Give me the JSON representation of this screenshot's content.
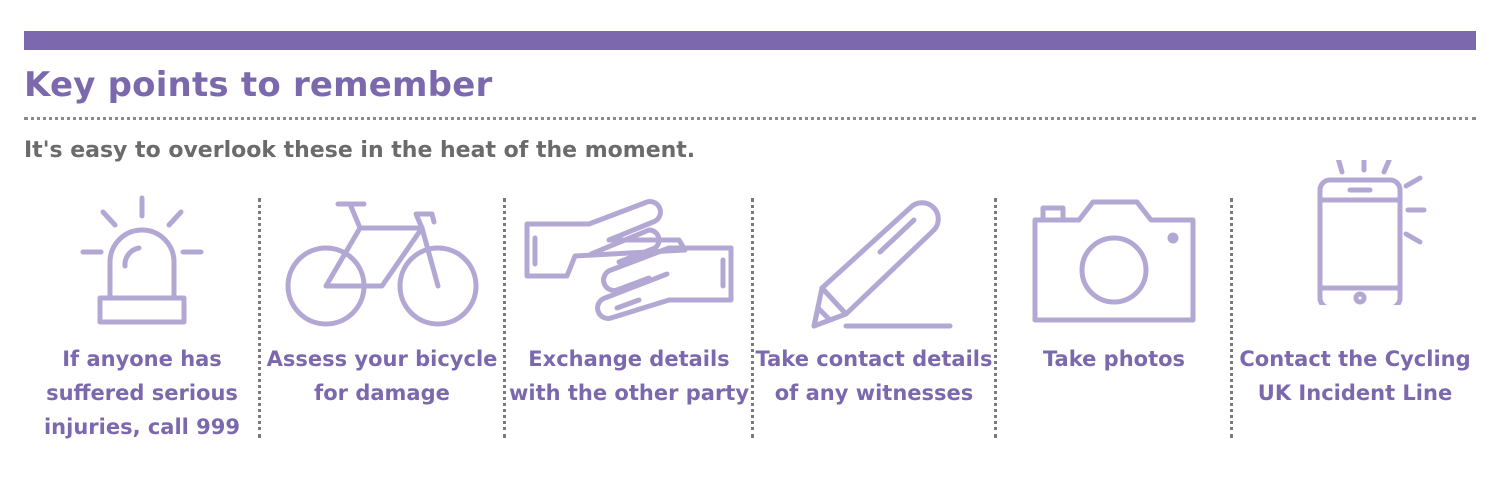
{
  "header": {
    "title": "Key points to remember",
    "subtitle": "It's easy to overlook these in the heat of the moment."
  },
  "colors": {
    "brand_purple": "#7b68ad",
    "icon_lilac": "#b3a8d3",
    "subtitle_grey": "#6b6b6b",
    "dotted_grey": "#8a8a8a"
  },
  "tips": [
    {
      "icon": "siren-icon",
      "label": "If anyone has suffered serious injuries, call 999"
    },
    {
      "icon": "bicycle-icon",
      "label": "Assess your bicycle for damage"
    },
    {
      "icon": "handshake-icon",
      "label": "Exchange details with the other party"
    },
    {
      "icon": "pencil-icon",
      "label": "Take contact details of any witnesses"
    },
    {
      "icon": "camera-icon",
      "label": "Take photos"
    },
    {
      "icon": "phone-ringing-icon",
      "label": "Contact the Cycling UK Incident Line"
    }
  ]
}
